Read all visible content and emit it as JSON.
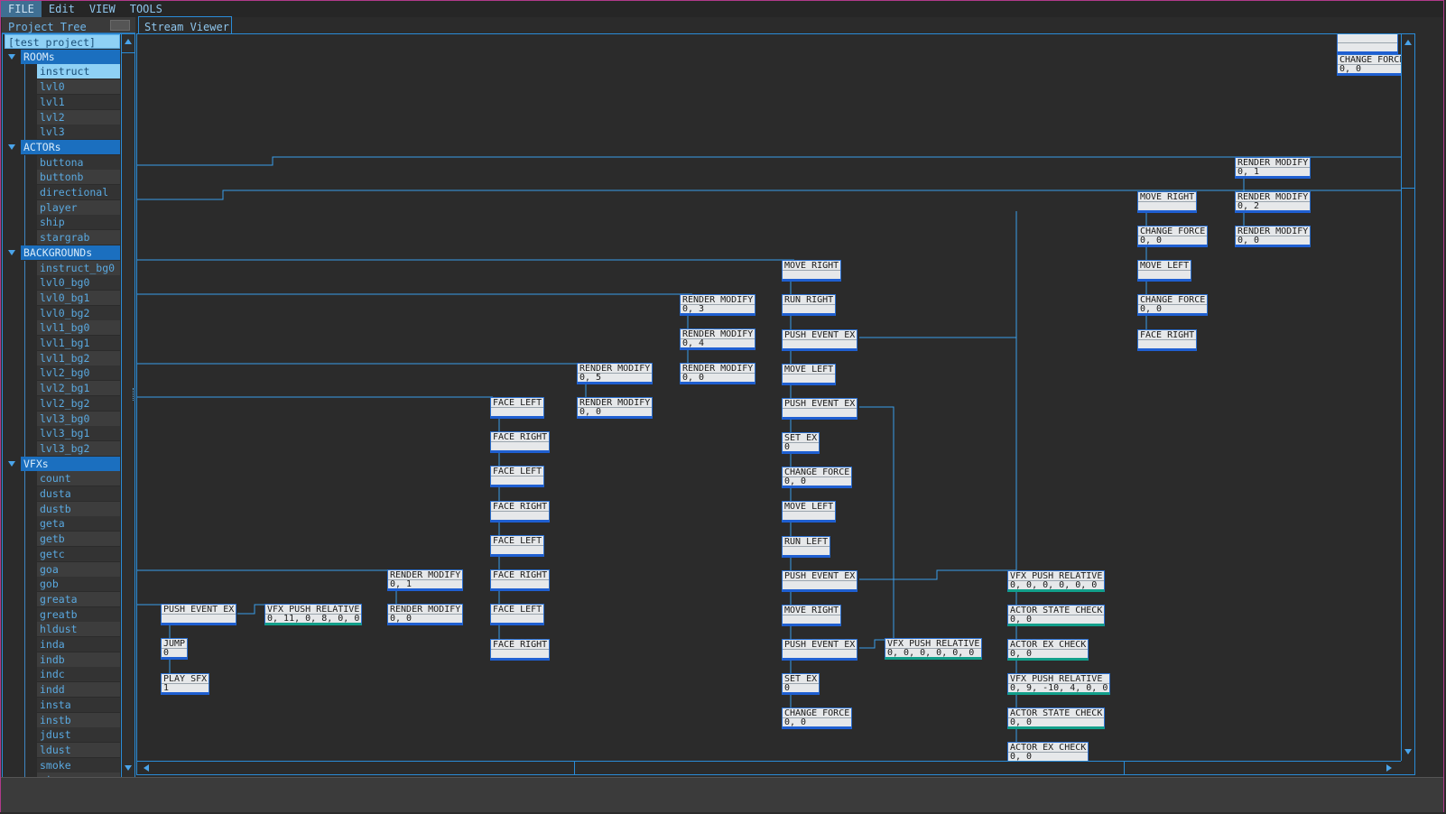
{
  "menu": {
    "items": [
      "FILE",
      "Edit",
      "VIEW",
      "TOOLS"
    ]
  },
  "project_tree": {
    "header": "Project Tree",
    "root": "[test_project]",
    "selected": "instruct",
    "categories": [
      {
        "label": "ROOMs",
        "items": [
          "instruct",
          "lvl0",
          "lvl1",
          "lvl2",
          "lvl3"
        ]
      },
      {
        "label": "ACTORs",
        "items": [
          "buttona",
          "buttonb",
          "directional",
          "player",
          "ship",
          "stargrab"
        ]
      },
      {
        "label": "BACKGROUNDs",
        "items": [
          "instruct_bg0",
          "lvl0_bg0",
          "lvl0_bg1",
          "lvl0_bg2",
          "lvl1_bg0",
          "lvl1_bg1",
          "lvl1_bg2",
          "lvl2_bg0",
          "lvl2_bg1",
          "lvl2_bg2",
          "lvl3_bg0",
          "lvl3_bg1",
          "lvl3_bg2"
        ]
      },
      {
        "label": "VFXs",
        "items": [
          "count",
          "dusta",
          "dustb",
          "geta",
          "getb",
          "getc",
          "goa",
          "gob",
          "greata",
          "greatb",
          "hldust",
          "inda",
          "indb",
          "indc",
          "indd",
          "insta",
          "instb",
          "jdust",
          "ldust",
          "smoke",
          "star"
        ]
      }
    ]
  },
  "stream_viewer": {
    "tab": "Stream Viewer",
    "nodes": [
      {
        "op": "CHANGE_FORCE",
        "args": "0, 0"
      },
      {
        "op": "",
        "args": ""
      },
      {
        "op": "RENDER_MODIFY",
        "args": "0, 1"
      },
      {
        "op": "RENDER_MODIFY",
        "args": "0, 2"
      },
      {
        "op": "RENDER_MODIFY",
        "args": "0, 0"
      },
      {
        "op": "MOVE_RIGHT",
        "args": ""
      },
      {
        "op": "CHANGE_FORCE",
        "args": "0, 0"
      },
      {
        "op": "MOVE_LEFT",
        "args": ""
      },
      {
        "op": "CHANGE_FORCE",
        "args": "0, 0"
      },
      {
        "op": "FACE_RIGHT",
        "args": ""
      },
      {
        "op": "MOVE_RIGHT",
        "args": ""
      },
      {
        "op": "RUN_RIGHT",
        "args": ""
      },
      {
        "op": "PUSH_EVENT_EX",
        "args": ""
      },
      {
        "op": "MOVE_LEFT",
        "args": ""
      },
      {
        "op": "PUSH_EVENT_EX",
        "args": ""
      },
      {
        "op": "SET_EX",
        "args": "0"
      },
      {
        "op": "CHANGE_FORCE",
        "args": "0, 0"
      },
      {
        "op": "MOVE_LEFT",
        "args": ""
      },
      {
        "op": "RUN_LEFT",
        "args": ""
      },
      {
        "op": "PUSH_EVENT_EX",
        "args": ""
      },
      {
        "op": "MOVE_RIGHT",
        "args": ""
      },
      {
        "op": "PUSH_EVENT_EX",
        "args": ""
      },
      {
        "op": "SET_EX",
        "args": "0"
      },
      {
        "op": "CHANGE_FORCE",
        "args": "0, 0"
      },
      {
        "op": "RENDER_MODIFY",
        "args": "0, 3"
      },
      {
        "op": "RENDER_MODIFY",
        "args": "0, 4"
      },
      {
        "op": "RENDER_MODIFY",
        "args": "0, 0"
      },
      {
        "op": "RENDER_MODIFY",
        "args": "0, 5"
      },
      {
        "op": "RENDER_MODIFY",
        "args": "0, 0"
      },
      {
        "op": "FACE_LEFT",
        "args": ""
      },
      {
        "op": "FACE_RIGHT",
        "args": ""
      },
      {
        "op": "FACE_LEFT",
        "args": ""
      },
      {
        "op": "FACE_RIGHT",
        "args": ""
      },
      {
        "op": "FACE_LEFT",
        "args": ""
      },
      {
        "op": "FACE_RIGHT",
        "args": ""
      },
      {
        "op": "FACE_LEFT",
        "args": ""
      },
      {
        "op": "FACE_RIGHT",
        "args": ""
      },
      {
        "op": "RENDER_MODIFY",
        "args": "0, 1"
      },
      {
        "op": "RENDER_MODIFY",
        "args": "0, 0"
      },
      {
        "op": "PUSH_EVENT_EX",
        "args": ""
      },
      {
        "op": "VFX_PUSH_RELATIVE",
        "args": "0, 11, 0, 8, 0, 0"
      },
      {
        "op": "JUMP",
        "args": "0"
      },
      {
        "op": "PLAY_SFX",
        "args": "1"
      },
      {
        "op": "VFX_PUSH_RELATIVE",
        "args": "0, 0, 0, 0, 0, 0"
      },
      {
        "op": "VFX_PUSH_RELATIVE",
        "args": "0, 0, 0, 0, 0, 0"
      },
      {
        "op": "ACTOR_STATE_CHECK",
        "args": "0, 0"
      },
      {
        "op": "ACTOR_EX_CHECK",
        "args": "0, 0"
      },
      {
        "op": "VFX_PUSH_RELATIVE",
        "args": "0, 9, -10, 4, 0, 0"
      },
      {
        "op": "ACTOR_STATE_CHECK",
        "args": "0, 0"
      },
      {
        "op": "ACTOR_EX_CHECK",
        "args": "0, 0"
      }
    ]
  }
}
